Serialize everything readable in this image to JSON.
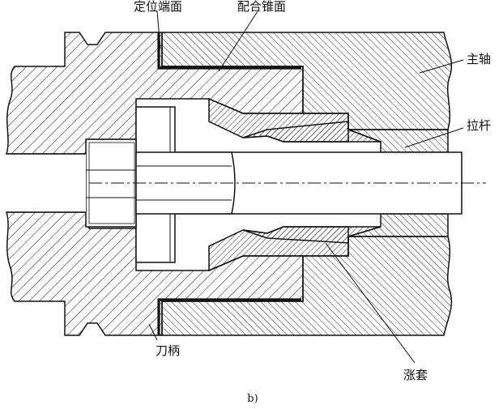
{
  "labels": {
    "locating_end_face": "定位端面",
    "mating_cone": "配合锥面",
    "spindle": "主轴",
    "pull_rod": "拉杆",
    "tool_shank": "刀柄",
    "expansion_sleeve": "涨套"
  },
  "caption": "b)"
}
